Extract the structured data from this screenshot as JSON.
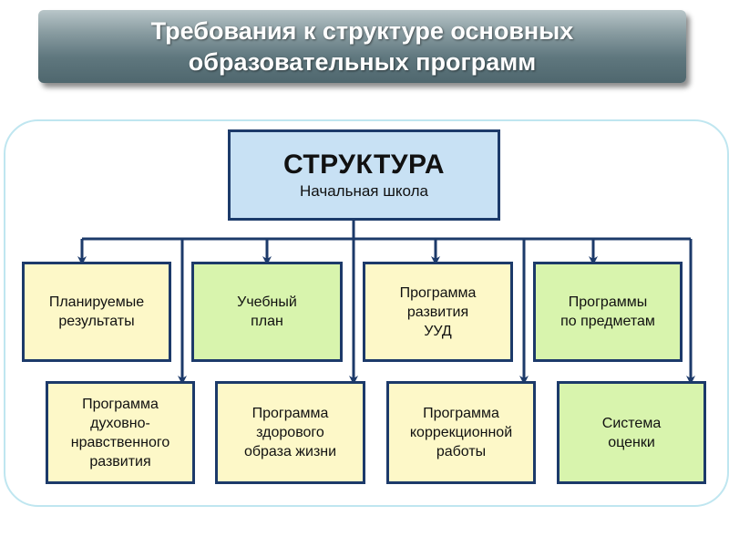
{
  "banner": {
    "title": "Требования к структуре основных\nобразовательных программ"
  },
  "structure": {
    "title": "СТРУКТУРА",
    "subtitle": "Начальная школа"
  },
  "top_row": [
    {
      "label": "Планируемые\nрезультаты",
      "color": "#fdf8c8"
    },
    {
      "label": "Учебный\nплан",
      "color": "#d8f4ad"
    },
    {
      "label": "Программа\nразвития\nУУД",
      "color": "#fdf8c8"
    },
    {
      "label": "Программы\nпо предметам",
      "color": "#d8f4ad"
    }
  ],
  "bottom_row": [
    {
      "label": "Программа\nдуховно-\nнравственного\nразвития",
      "color": "#fdf8c8"
    },
    {
      "label": "Программа\nздорового\nобраза жизни",
      "color": "#fdf8c8"
    },
    {
      "label": "Программа\nкоррекционной\nработы",
      "color": "#fdf8c8"
    },
    {
      "label": "Система\nоценки",
      "color": "#d8f4ad"
    }
  ],
  "colors": {
    "line": "#1c3a6a",
    "frame": "#bfe6f0",
    "structure_fill": "#c8e1f4"
  }
}
